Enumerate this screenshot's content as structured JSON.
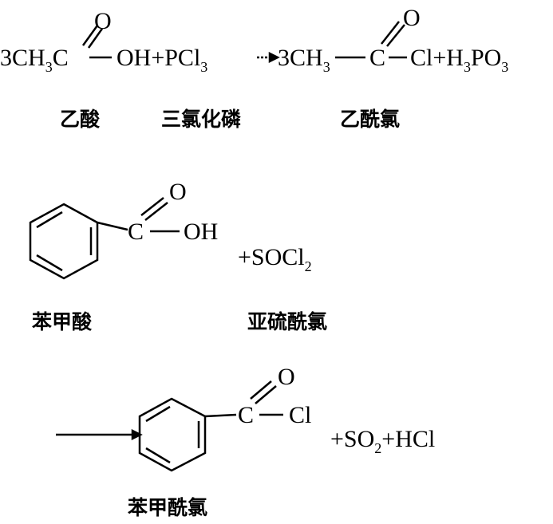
{
  "reaction1": {
    "coef_left": "3CH",
    "sub3a": "3",
    "c_left": "C",
    "o_left": "O",
    "oh_plus": "OH+PCl",
    "sub3b": "3",
    "coef_right": "3CH",
    "sub3c": "3",
    "c_right": "C",
    "o_right": "O",
    "cl_plus": "Cl+H",
    "sub3d": "3",
    "po": "PO",
    "sub3e": "3",
    "labels": {
      "acetic_acid": "乙酸",
      "pcl3": "三氯化磷",
      "acetyl_chloride": "乙酰氯"
    }
  },
  "reaction2": {
    "c": "C",
    "o": "O",
    "oh": "OH",
    "socl": "+SOCl",
    "sub2": "2",
    "labels": {
      "benzoic_acid": "苯甲酸",
      "thionyl_chloride": "亚硫酰氯"
    }
  },
  "reaction3": {
    "c": "C",
    "o": "O",
    "cl": "Cl",
    "so": "+SO",
    "sub2": "2",
    "hcl": "+HCl",
    "labels": {
      "benzoyl_chloride": "苯甲酰氯"
    }
  }
}
